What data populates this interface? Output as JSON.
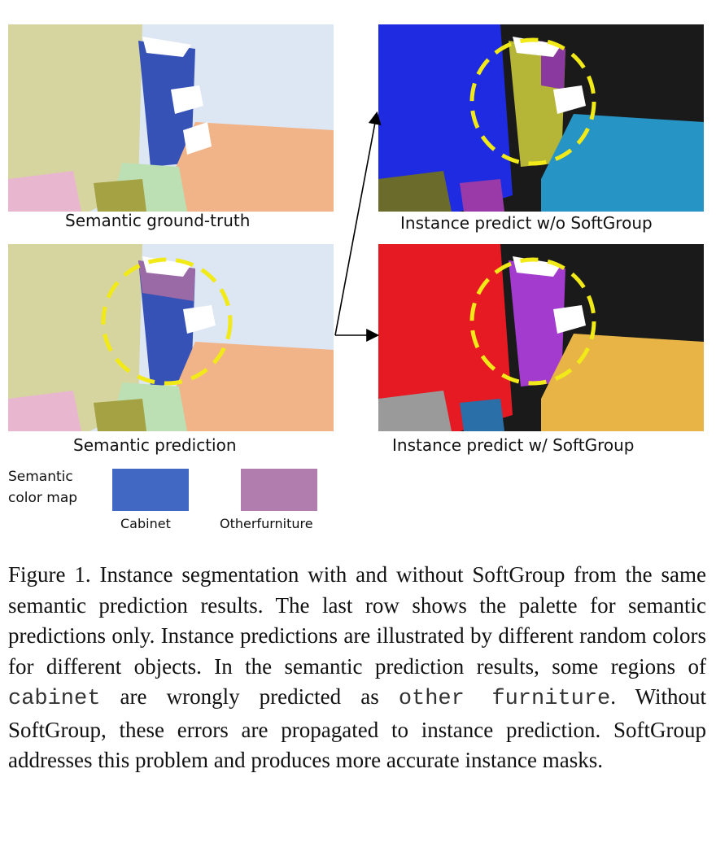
{
  "panels": {
    "semantic_gt": {
      "caption": "Semantic ground-truth"
    },
    "semantic_pred": {
      "caption": "Semantic prediction"
    },
    "instance_wo": {
      "caption": "Instance predict w/o SoftGroup"
    },
    "instance_w": {
      "caption": "Instance predict w/ SoftGroup"
    }
  },
  "legend": {
    "label_line1": "Semantic",
    "label_line2": "color map",
    "items": [
      {
        "name": "Cabinet",
        "color": "#4169C4"
      },
      {
        "name": "Otherfurniture",
        "color": "#B07DAE"
      }
    ]
  },
  "caption": {
    "part1": "Figure 1. Instance segmentation with and without SoftGroup from the same semantic prediction results.  The last row shows the palette for semantic predictions only. Instance predictions are illustrated by different random colors for different objects. In the semantic prediction results, some regions of ",
    "term_cabinet": "cabinet",
    "part2": " are wrongly predicted as ",
    "term_other": "other furniture",
    "part3": ". Without SoftGroup, these errors are propagated to instance prediction.  SoftGroup addresses this problem and produces more accurate instance masks."
  },
  "colors": {
    "wall_olive": "#D4D49A",
    "wall_blue": "#C9D8EC",
    "floor_orange": "#F2B48A",
    "floor_green": "#B8E0B0",
    "highlight": "#F2EA18"
  }
}
